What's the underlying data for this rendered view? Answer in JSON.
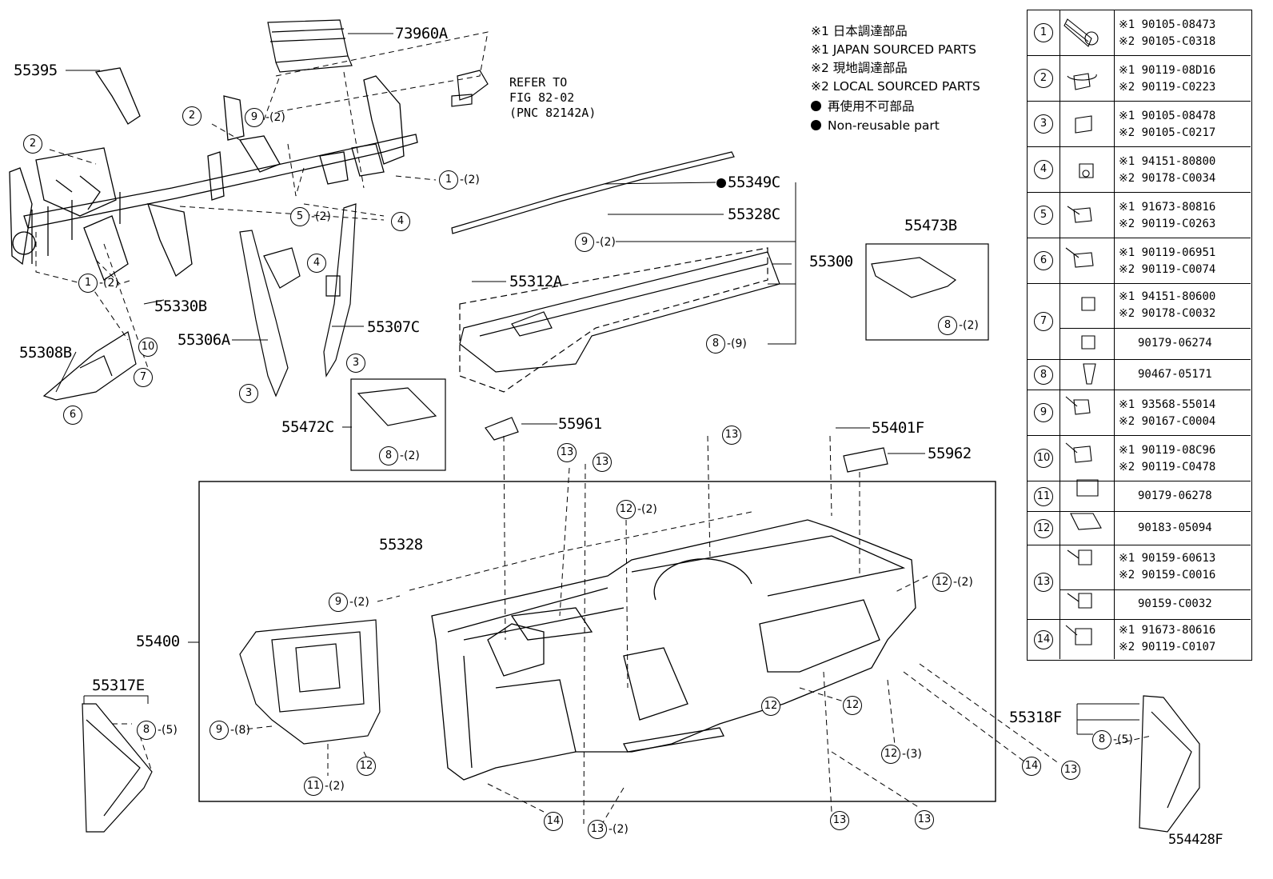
{
  "figure_id": "554428F",
  "notes": {
    "jp_parts_jp": "※1 日本調達部品",
    "jp_parts_en": "※1 JAPAN SOURCED PARTS",
    "local_parts_jp": "※2 現地調達部品",
    "local_parts_en": "※2 LOCAL SOURCED PARTS",
    "nonreusable_jp": "再使用不可部品",
    "nonreusable_en": "Non-reusable part"
  },
  "refer": "REFER TO\nFIG 82-02\n(PNC 82142A)",
  "part_labels": {
    "p73960A": "73960A",
    "p55395": "55395",
    "p55330B": "55330B",
    "p55306A": "55306A",
    "p55307C": "55307C",
    "p55308B": "55308B",
    "p55349C": "55349C",
    "p55328C": "55328C",
    "p55312A": "55312A",
    "p55300": "55300",
    "p55473B": "55473B",
    "p55472C": "55472C",
    "p55961": "55961",
    "p55401F": "55401F",
    "p55962": "55962",
    "p55328": "55328",
    "p55400": "55400",
    "p55317E": "55317E",
    "p55318F": "55318F"
  },
  "callouts": [
    {
      "n": "9",
      "q": "-(2)"
    },
    {
      "n": "2",
      "q": ""
    },
    {
      "n": "2",
      "q": ""
    },
    {
      "n": "1",
      "q": "-(2)"
    },
    {
      "n": "5",
      "q": "-(2)"
    },
    {
      "n": "4",
      "q": ""
    },
    {
      "n": "4",
      "q": ""
    },
    {
      "n": "1",
      "q": "-(2)"
    },
    {
      "n": "10",
      "q": ""
    },
    {
      "n": "7",
      "q": ""
    },
    {
      "n": "6",
      "q": ""
    },
    {
      "n": "3",
      "q": ""
    },
    {
      "n": "3",
      "q": ""
    },
    {
      "n": "9",
      "q": "-(2)"
    },
    {
      "n": "8",
      "q": "-(9)"
    },
    {
      "n": "8",
      "q": "-(2)"
    },
    {
      "n": "8",
      "q": "-(2)"
    },
    {
      "n": "13",
      "q": ""
    },
    {
      "n": "13",
      "q": ""
    },
    {
      "n": "13",
      "q": ""
    },
    {
      "n": "12",
      "q": "-(2)"
    },
    {
      "n": "12",
      "q": "-(2)"
    },
    {
      "n": "9",
      "q": "-(2)"
    },
    {
      "n": "9",
      "q": "-(8)"
    },
    {
      "n": "12",
      "q": ""
    },
    {
      "n": "11",
      "q": "-(2)"
    },
    {
      "n": "12",
      "q": ""
    },
    {
      "n": "12",
      "q": ""
    },
    {
      "n": "12",
      "q": "-(3)"
    },
    {
      "n": "14",
      "q": ""
    },
    {
      "n": "13",
      "q": ""
    },
    {
      "n": "14",
      "q": ""
    },
    {
      "n": "13",
      "q": "-(2)"
    },
    {
      "n": "13",
      "q": ""
    },
    {
      "n": "13",
      "q": ""
    },
    {
      "n": "8",
      "q": "-(5)"
    },
    {
      "n": "8",
      "q": "-(5)"
    }
  ],
  "legend": [
    {
      "n": "1",
      "rows": [
        "※1 90105-08473",
        "※2 90105-C0318"
      ],
      "icon": "bolt-long-icon"
    },
    {
      "n": "2",
      "rows": [
        "※1 90119-08D16",
        "※2 90119-C0223"
      ],
      "icon": "flange-bolt-icon"
    },
    {
      "n": "3",
      "rows": [
        "※1 90105-08478",
        "※2 90105-C0217"
      ],
      "icon": "bolt-short-icon"
    },
    {
      "n": "4",
      "rows": [
        "※1 94151-80800",
        "※2 90178-C0034"
      ],
      "icon": "nut-icon"
    },
    {
      "n": "5",
      "rows": [
        "※1 91673-80816",
        "※2 90119-C0263"
      ],
      "icon": "bolt-icon"
    },
    {
      "n": "6",
      "rows": [
        "※1 90119-06951",
        "※2 90119-C0074"
      ],
      "icon": "bolt-icon"
    },
    {
      "n": "7",
      "rows": [
        "※1 94151-80600",
        "※2 90178-C0032"
      ],
      "icon": "nut-icon",
      "sub": "90179-06274",
      "sub_icon": "nut-icon"
    },
    {
      "n": "8",
      "rows": [
        "90467-05171"
      ],
      "icon": "clip-icon"
    },
    {
      "n": "9",
      "rows": [
        "※1 93568-55014",
        "※2 90167-C0004"
      ],
      "icon": "screw-icon"
    },
    {
      "n": "10",
      "rows": [
        "※1 90119-08C96",
        "※2 90119-C0478"
      ],
      "icon": "flange-bolt-icon"
    },
    {
      "n": "11",
      "rows": [
        "90179-06278"
      ],
      "icon": "u-nut-icon"
    },
    {
      "n": "12",
      "rows": [
        "90183-05094"
      ],
      "icon": "speed-nut-icon"
    },
    {
      "n": "13",
      "rows": [
        "※1 90159-60613",
        "※2 90159-C0016"
      ],
      "icon": "screw-icon",
      "sub": "90159-C0032",
      "sub_icon": "screw-icon"
    },
    {
      "n": "14",
      "rows": [
        "※1 91673-80616",
        "※2 90119-C0107"
      ],
      "icon": "bolt-icon"
    }
  ]
}
